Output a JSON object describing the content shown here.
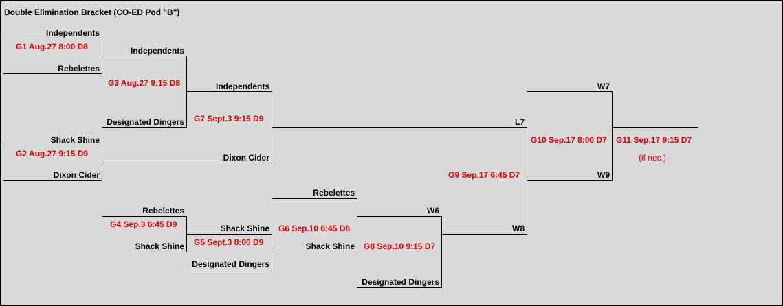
{
  "title": "Double Elimination Bracket (CO-ED Pod \"B\")",
  "teams": {
    "g1_top": "Independents",
    "g1_bottom": "Rebelettes",
    "g2_top": "Shack Shine",
    "g2_bottom": "Dixon Cider",
    "g3_top": "Independents",
    "g3_bottom": "Designated Dingers",
    "g4_top": "Rebelettes",
    "g4_bottom": "Shack Shine",
    "g5_top": "Shack Shine",
    "g5_bottom": "Designated Dingers",
    "g6_top": "Rebelettes",
    "g6_bottom": "Shack Shine",
    "g7_top": "Independents",
    "g7_bottom": "Dixon Cider",
    "g8_top": "W6",
    "g8_bottom": "Designated Dingers",
    "g9_top": "L7",
    "g9_bottom": "W8",
    "g10_top": "W7",
    "g10_bottom": "W9"
  },
  "games": {
    "g1": "G1 Aug.27 8:00 D8",
    "g2": "G2 Aug.27 9:15 D9",
    "g3": "G3 Aug.27 9:15 D8",
    "g4": "G4 Sep.3 6:45 D9",
    "g5": "G5 Sept.3 8:00 D9",
    "g6": "G6 Sep.10 6:45 D8",
    "g7": "G7 Sept.3 9:15 D9",
    "g8": "G8 Sep.10 9:15 D7",
    "g9": "G9 Sep.17 6:45 D7",
    "g10": "G10 Sep.17 8:00 D7",
    "g11": "G11 Sep.17 9:15 D7",
    "g11_note": "(if nec.)"
  },
  "colors": {
    "game_text": "#e00000",
    "team_text": "#000000",
    "background": "#d9d9d9"
  }
}
